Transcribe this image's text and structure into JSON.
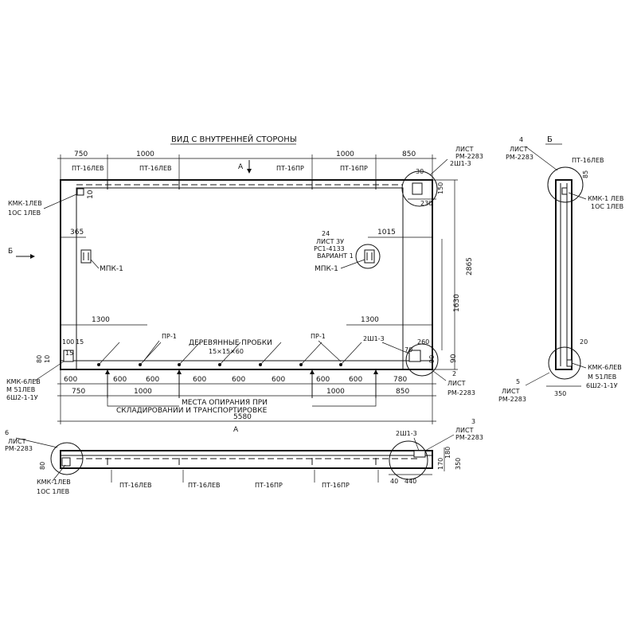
{
  "title": "ВИД С ВНУТРЕННЕЙ СТОРОНЫ",
  "side_view_label": "Б",
  "view_arrow_a": "А",
  "view_arrow_b": "Б",
  "section_a_label": "А",
  "top_dims": [
    "750",
    "1000",
    "1000",
    "850"
  ],
  "rebar_top": [
    "ПТ-16ЛЕВ",
    "ПТ-16ЛЕВ",
    "ПТ-16ПР",
    "ПТ-16ПР"
  ],
  "bottom_dims_outer": [
    "750",
    "1000",
    "1000",
    "850"
  ],
  "bottom_dims_inner": [
    "600",
    "600",
    "600",
    "600",
    "600",
    "600",
    "600",
    "600",
    "780"
  ],
  "left_label": {
    "line1": "КМК-1ЛЕВ",
    "line2": "1ОС 1ЛЕВ"
  },
  "left_bottom_label": {
    "line1": "КМК-6ЛЕВ",
    "line2": "М 51ЛЕВ",
    "line3": "6Ш2-1-1У"
  },
  "mpk_left": "МПК-1",
  "mpk_right": "МПК-1",
  "dim_365": "365",
  "dim_1015": "1015",
  "ref_24": {
    "num": "24",
    "line1": "ЛИСТ 3У",
    "line2": "РС1-4133",
    "line3": "ВАРИАНТ 1"
  },
  "dim_1300_left": "1300",
  "dim_1300_right": "1300",
  "dim_100": "100",
  "dim_15": "15",
  "dim_10": "10",
  "dim_80": "80",
  "pr1_left": "ПР-1",
  "pr1_right": "ПР-1",
  "wood_plugs": {
    "line1": "ДЕРЕВЯННЫЕ ПРОБКИ",
    "line2": "15×15×60"
  },
  "eshch_bottom": "2Ш1-3",
  "dim_70": "70",
  "dim_260": "260",
  "dim_90": "90",
  "ref_2": {
    "num": "2",
    "line1": "ЛИСТ",
    "line2": "РМ-2283"
  },
  "support_text": {
    "line1": "МЕСТА ОПИРАНИЯ ПРИ",
    "line2": "СКЛАДИРОВАНИИ И ТРАНСПОРТИРОВКЕ"
  },
  "total_length": "5580",
  "ref_top_right": {
    "line1": "ЛИСТ",
    "line2": "РМ-2283",
    "line3": "2Ш1-3"
  },
  "dim_30": "30",
  "dim_150": "150",
  "dim_230": "230",
  "dim_2865": "2865",
  "dim_1630": "1630",
  "dim_90_right": "90",
  "side": {
    "ref_4": {
      "num": "4",
      "line1": "ЛИСТ",
      "line2": "РМ-2283"
    },
    "pt": "ПТ-16ЛЕВ",
    "dim_85": "85",
    "kmk1": {
      "line1": "КМК-1 ЛЕВ",
      "line2": "1ОС 1ЛЕВ"
    },
    "dim_20": "20",
    "kmk6": {
      "line1": "КМК-6ЛЕВ",
      "line2": "М 51ЛЕВ",
      "line3": "6Ш2-1-1У"
    },
    "ref_5": {
      "num": "5",
      "line1": "ЛИСТ",
      "line2": "РМ-2283"
    },
    "dim_350": "350"
  },
  "section": {
    "ref_6": {
      "num": "6",
      "line1": "ЛИСТ",
      "line2": "РМ-2283"
    },
    "ref_3": {
      "num": "3",
      "line1": "ЛИСТ",
      "line2": "РМ-2283"
    },
    "eshch": "2Ш1-3",
    "dim_80": "80",
    "kmk": {
      "line1": "КМК-1ЛЕВ",
      "line2": "1ОС 1ЛЕВ"
    },
    "rebar": [
      "ПТ-16ЛЕВ",
      "ПТ-16ЛЕВ",
      "ПТ-16ПР",
      "ПТ-16ПР"
    ],
    "dim_40": "40",
    "dim_440": "440",
    "dim_170": "170",
    "dim_180": "180",
    "dim_350": "350"
  }
}
